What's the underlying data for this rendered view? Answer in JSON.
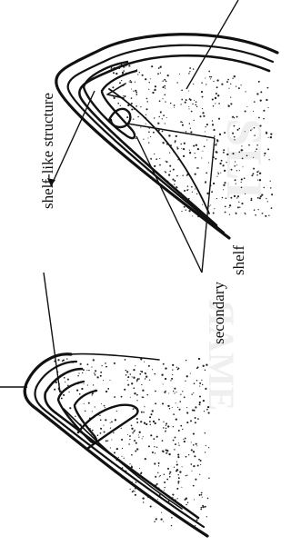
{
  "figure": {
    "labels": {
      "shelf_like_structure": "shelf-like structure",
      "secondary_shelf_line1": "secondary",
      "secondary_shelf_line2": "shelf"
    },
    "colors": {
      "ink": "#111111",
      "paper": "#ffffff"
    }
  }
}
